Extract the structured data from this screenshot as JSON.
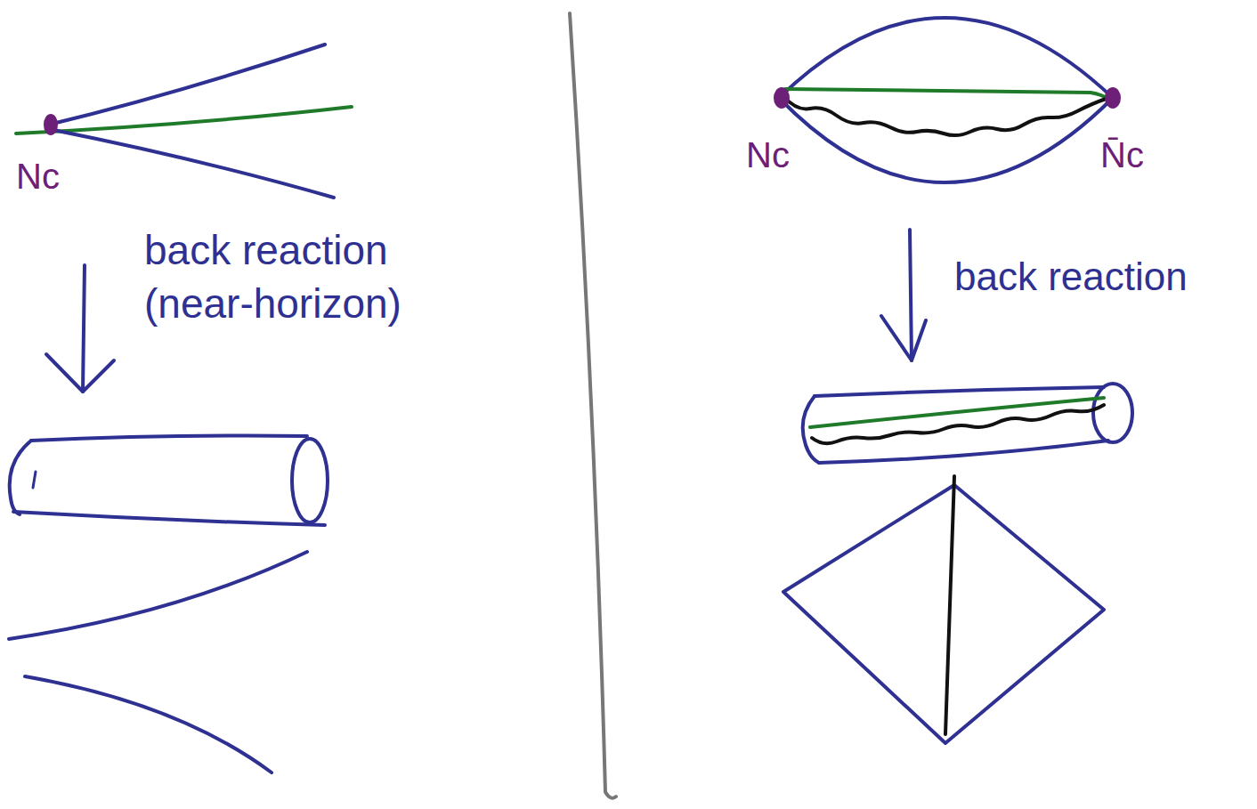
{
  "diagram": {
    "labels": [
      "Nc",
      "back reaction (near-horizon)",
      "Nc",
      "N̄c",
      "back reaction"
    ]
  }
}
